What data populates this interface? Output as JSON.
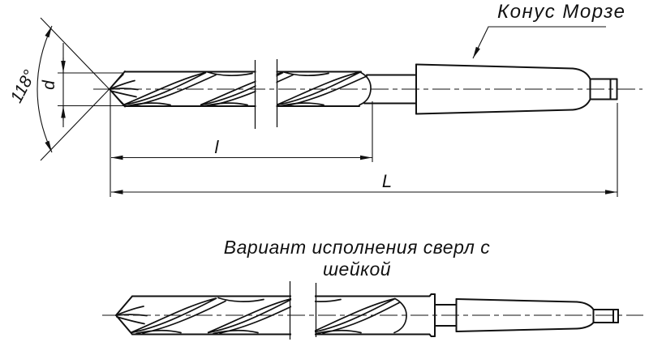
{
  "labels": {
    "taper_callout": "Конус Морзе",
    "point_angle": "118°",
    "diameter": "d",
    "flute_length": "l",
    "overall_length": "L",
    "variant_caption": "Вариант исполнения сверл с шейкой"
  },
  "colors": {
    "line": "#111111",
    "background": "#ffffff"
  }
}
